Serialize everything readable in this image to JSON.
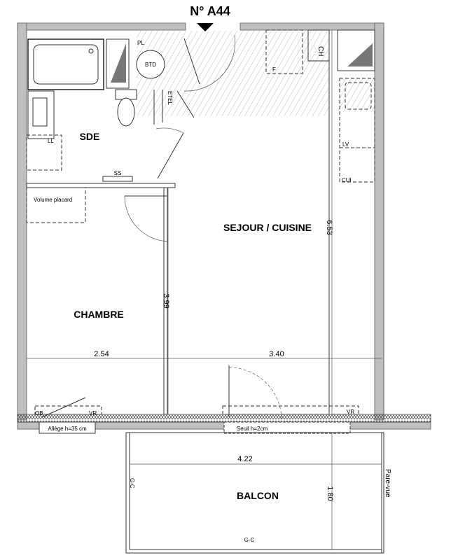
{
  "plan": {
    "title": "N° A44",
    "rooms": {
      "sde": "SDE",
      "sejour": "SEJOUR / CUISINE",
      "chambre": "CHAMBRE",
      "balcon": "BALCON"
    },
    "fixtures": {
      "pl": "PL",
      "btd": "BTD",
      "etel": "ETEL",
      "ll": "LL",
      "ss": "SS",
      "volume_placard": "Volume placard",
      "f": "F",
      "ch": "CH",
      "lv": "LV",
      "cui": "CUI",
      "ob": "OB",
      "vr_left": "VR",
      "vr_right": "VR",
      "allege": "Allège h=35 cm",
      "seuil": "Seuil h=2cm",
      "gc_left": "G-C",
      "gc_bottom": "G-C",
      "pare_vue": "Pare-vue"
    },
    "dimensions": {
      "chambre_width": "2.54",
      "sejour_width": "3.40",
      "chambre_depth": "3.99",
      "sejour_depth": "6.53",
      "balcon_width": "4.22",
      "balcon_depth": "1.80"
    },
    "colors": {
      "wall": "#c0c0c0",
      "line": "#333333",
      "fixture_fill": "#777777"
    }
  }
}
